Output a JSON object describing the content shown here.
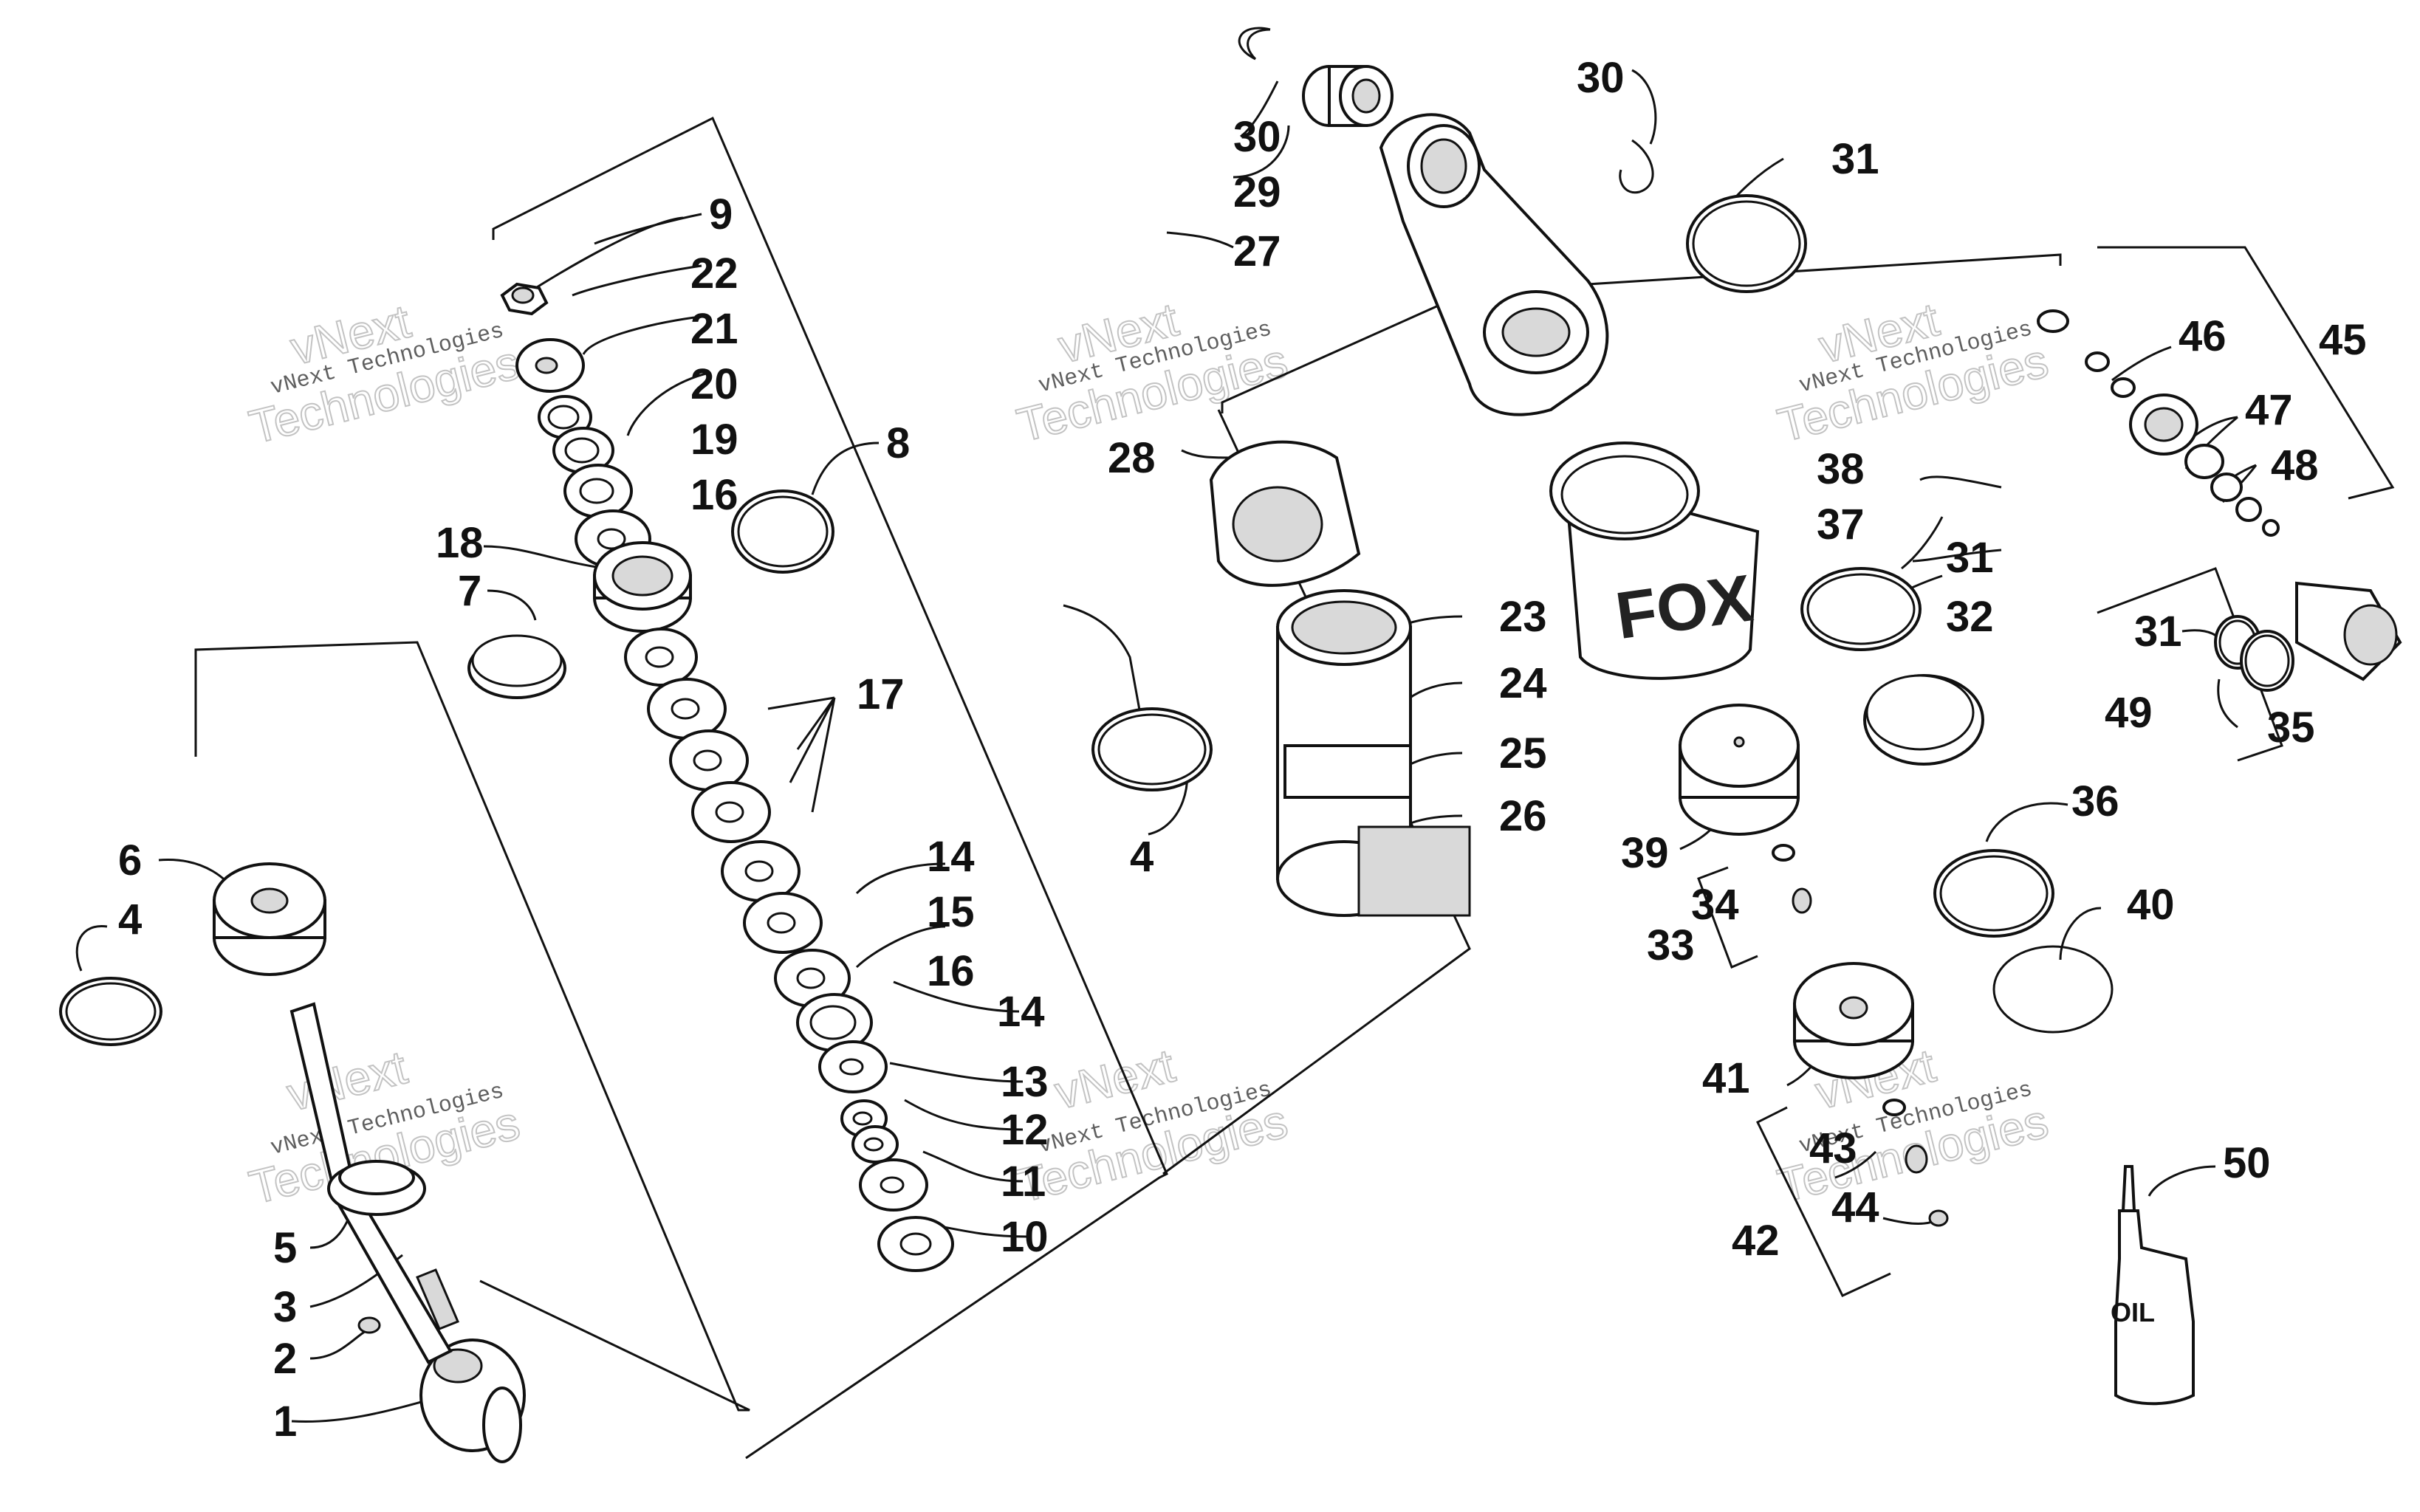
{
  "diagram": {
    "watermark": {
      "line1": "vNext",
      "line2": "vNext Technologies",
      "line3": "Technologies"
    },
    "oil_bottle_label": "OIL",
    "callouts": [
      {
        "id": "c1",
        "label": "1"
      },
      {
        "id": "c2",
        "label": "2"
      },
      {
        "id": "c3",
        "label": "3"
      },
      {
        "id": "c4a",
        "label": "4"
      },
      {
        "id": "c5",
        "label": "5"
      },
      {
        "id": "c6",
        "label": "6"
      },
      {
        "id": "c7",
        "label": "7"
      },
      {
        "id": "c8",
        "label": "8"
      },
      {
        "id": "c9",
        "label": "9"
      },
      {
        "id": "c10",
        "label": "10"
      },
      {
        "id": "c11",
        "label": "11"
      },
      {
        "id": "c12",
        "label": "12"
      },
      {
        "id": "c13",
        "label": "13"
      },
      {
        "id": "c14a",
        "label": "14"
      },
      {
        "id": "c14b",
        "label": "14"
      },
      {
        "id": "c15",
        "label": "15"
      },
      {
        "id": "c16a",
        "label": "16"
      },
      {
        "id": "c16b",
        "label": "16"
      },
      {
        "id": "c17",
        "label": "17"
      },
      {
        "id": "c18",
        "label": "18"
      },
      {
        "id": "c19",
        "label": "19"
      },
      {
        "id": "c20",
        "label": "20"
      },
      {
        "id": "c21",
        "label": "21"
      },
      {
        "id": "c22",
        "label": "22"
      },
      {
        "id": "c23",
        "label": "23"
      },
      {
        "id": "c24",
        "label": "24"
      },
      {
        "id": "c25",
        "label": "25"
      },
      {
        "id": "c26",
        "label": "26"
      },
      {
        "id": "c27",
        "label": "27"
      },
      {
        "id": "c28",
        "label": "28"
      },
      {
        "id": "c29",
        "label": "29"
      },
      {
        "id": "c30a",
        "label": "30"
      },
      {
        "id": "c30b",
        "label": "30"
      },
      {
        "id": "c31a",
        "label": "31"
      },
      {
        "id": "c31b",
        "label": "31"
      },
      {
        "id": "c31c",
        "label": "31"
      },
      {
        "id": "c32",
        "label": "32"
      },
      {
        "id": "c33",
        "label": "33"
      },
      {
        "id": "c34",
        "label": "34"
      },
      {
        "id": "c35",
        "label": "35"
      },
      {
        "id": "c36",
        "label": "36"
      },
      {
        "id": "c37",
        "label": "37"
      },
      {
        "id": "c38",
        "label": "38"
      },
      {
        "id": "c39",
        "label": "39"
      },
      {
        "id": "c40",
        "label": "40"
      },
      {
        "id": "c41",
        "label": "41"
      },
      {
        "id": "c42",
        "label": "42"
      },
      {
        "id": "c43",
        "label": "43"
      },
      {
        "id": "c44",
        "label": "44"
      },
      {
        "id": "c45",
        "label": "45"
      },
      {
        "id": "c46",
        "label": "46"
      },
      {
        "id": "c47",
        "label": "47"
      },
      {
        "id": "c48",
        "label": "48"
      },
      {
        "id": "c49",
        "label": "49"
      },
      {
        "id": "c50",
        "label": "50"
      },
      {
        "id": "c4b",
        "label": "4"
      }
    ]
  }
}
